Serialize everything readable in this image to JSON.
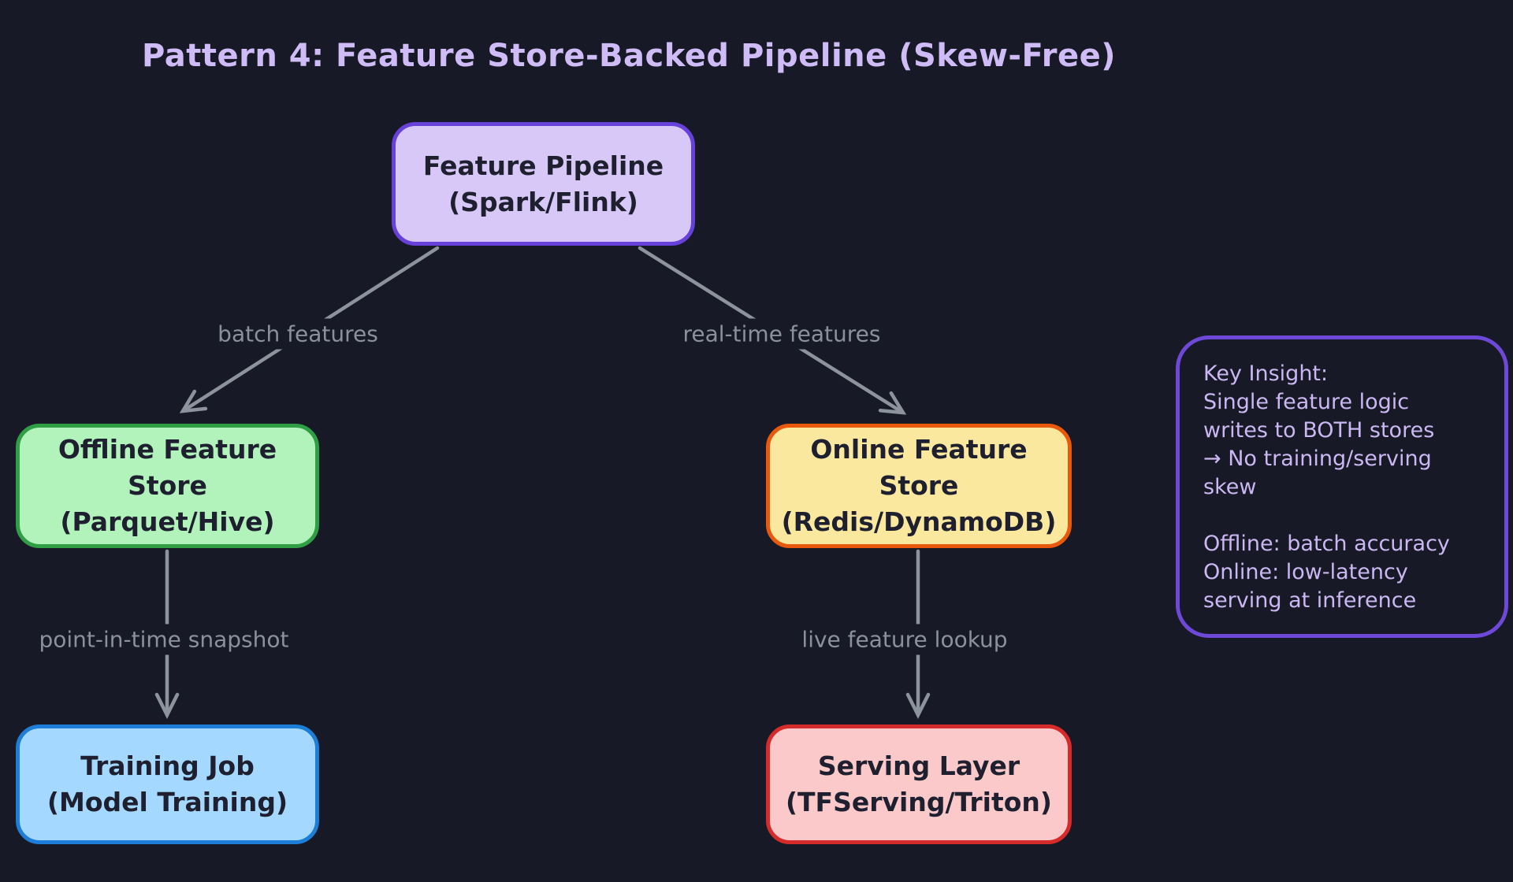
{
  "title": "Pattern 4: Feature Store-Backed Pipeline (Skew-Free)",
  "colors": {
    "canvas_background": "#171a26",
    "title_text": "#cfbcf7",
    "arrow": "#8d939d",
    "edge_label_text": "#8b919c",
    "node_text": "#1e2030",
    "feature_pipeline_fill": "#d8c8f8",
    "feature_pipeline_border": "#6741d9",
    "offline_store_fill": "#b2f2bb",
    "offline_store_border": "#2f9e44",
    "online_store_fill": "#fbe89f",
    "online_store_border": "#e8590c",
    "training_job_fill": "#a5d8ff",
    "training_job_border": "#1c7ed6",
    "serving_layer_fill": "#fbc9c9",
    "serving_layer_border": "#d52b2b",
    "note_border": "#6e49d8",
    "note_text": "#cbb7f2"
  },
  "nodes": [
    {
      "id": "feature-pipeline",
      "line1": "Feature Pipeline",
      "line2": "(Spark/Flink)"
    },
    {
      "id": "offline-feature-store",
      "line1": "Offline Feature Store",
      "line2": "(Parquet/Hive)"
    },
    {
      "id": "online-feature-store",
      "line1": "Online Feature Store",
      "line2": "(Redis/DynamoDB)"
    },
    {
      "id": "training-job",
      "line1": "Training Job",
      "line2": "(Model Training)"
    },
    {
      "id": "serving-layer",
      "line1": "Serving Layer",
      "line2": "(TFServing/Triton)"
    }
  ],
  "edges": [
    {
      "from": "feature-pipeline",
      "to": "offline-feature-store",
      "label": "batch features"
    },
    {
      "from": "feature-pipeline",
      "to": "online-feature-store",
      "label": "real-time features"
    },
    {
      "from": "offline-feature-store",
      "to": "training-job",
      "label": "point-in-time snapshot"
    },
    {
      "from": "online-feature-store",
      "to": "serving-layer",
      "label": "live feature lookup"
    }
  ],
  "note": {
    "text": "Key Insight:\nSingle feature logic\nwrites to BOTH stores\n→  No training/serving\nskew\n\nOffline: batch accuracy\nOnline: low-latency\nserving at inference"
  }
}
